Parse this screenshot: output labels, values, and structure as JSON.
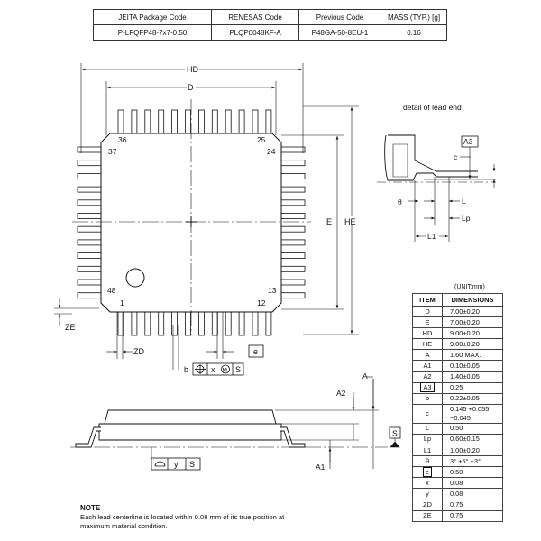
{
  "header_table": {
    "columns": [
      "JEITA Package Code",
      "RENESAS Code",
      "Previous Code",
      "MASS (TYP.) [g]"
    ],
    "values": [
      "P-LFQFP48-7x7-0.50",
      "PLQP0048KF-A",
      "P48GA-50-8EU-1",
      "0.16"
    ]
  },
  "top_view": {
    "dim_hd": "HD",
    "dim_d": "D",
    "dim_e": "E",
    "dim_he": "HE",
    "dim_ze": "ZE",
    "dim_zd": "ZD",
    "pin_36": "36",
    "pin_25": "25",
    "pin_37": "37",
    "pin_24": "24",
    "pin_48": "48",
    "pin_13": "13",
    "pin_1": "1",
    "pin_12": "12",
    "tolerance_b": "b",
    "tolerance_x": "x",
    "tolerance_s": "S",
    "tolerance_m": "M",
    "tolerance_e": "e"
  },
  "lead_detail": {
    "title": "detail of lead end",
    "a3": "A3",
    "c": "c",
    "theta": "θ",
    "l": "L",
    "lp": "Lp",
    "l1": "L1"
  },
  "side_view": {
    "a": "A",
    "a2": "A2",
    "a1": "A1",
    "s": "S",
    "flatness_y": "y",
    "flatness_s": "S"
  },
  "unit_label": "(UNIT:mm)",
  "dimensions_table": {
    "headers": [
      "ITEM",
      "DIMENSIONS"
    ],
    "rows": [
      [
        "D",
        "7.00±0.20"
      ],
      [
        "E",
        "7.00±0.20"
      ],
      [
        "HD",
        "9.00±0.20"
      ],
      [
        "HE",
        "9.00±0.20"
      ],
      [
        "A",
        "1.60 MAX."
      ],
      [
        "A1",
        "0.10±0.05"
      ],
      [
        "A2",
        "1.40±0.05"
      ],
      [
        "A3",
        "0.25"
      ],
      [
        "b",
        "0.22±0.05"
      ],
      [
        "c",
        "0.145 +0.055 −0.045"
      ],
      [
        "L",
        "0.50"
      ],
      [
        "Lp",
        "0.60±0.15"
      ],
      [
        "L1",
        "1.00±0.20"
      ],
      [
        "θ",
        "3° +5° −3°"
      ],
      [
        "e",
        "0.50"
      ],
      [
        "x",
        "0.08"
      ],
      [
        "y",
        "0.08"
      ],
      [
        "ZD",
        "0.75"
      ],
      [
        "ZE",
        "0.75"
      ]
    ]
  },
  "note": {
    "title": "NOTE",
    "body": "Each lead centerline is located within 0.08 mm of its true position at maximum material condition."
  }
}
